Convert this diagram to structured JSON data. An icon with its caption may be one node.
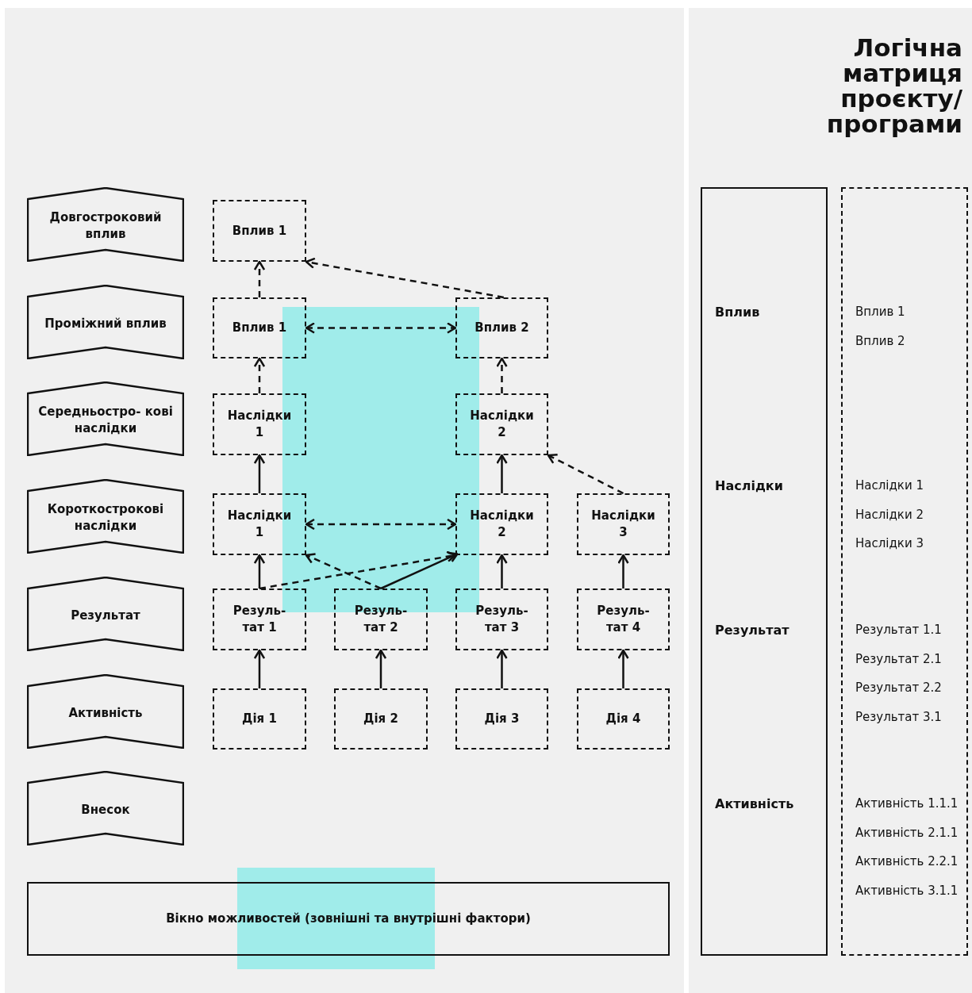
{
  "diagram": {
    "title": "Логічна матриця проєкту/ програми",
    "nodes": [
      {
        "text": [
          "Довгостроковий вплив"
        ]
      },
      {
        "text": [
          "Проміжний вплив"
        ]
      },
      {
        "text": [
          "Середньостро- кові наслідки"
        ]
      },
      {
        "text": [
          "Короткострокові наслідки"
        ]
      },
      {
        "text": [
          "Результат"
        ]
      },
      {
        "text": [
          "Активність"
        ]
      },
      {
        "text": [
          "Внесок"
        ]
      },
      {
        "text": [
          "Вплив 1"
        ]
      },
      {
        "text": [
          "Вплив 1"
        ]
      },
      {
        "text": [
          "Вплив 2"
        ]
      },
      {
        "text": [
          "Наслідки 1"
        ]
      },
      {
        "text": [
          "Наслідки 2"
        ]
      },
      {
        "text": [
          "Наслідки 1"
        ]
      },
      {
        "text": [
          "Наслідки 2"
        ]
      },
      {
        "text": [
          "Наслідки 3"
        ]
      },
      {
        "text": [
          "Резуль- тат 1"
        ]
      },
      {
        "text": [
          "Резуль- тат 2"
        ]
      },
      {
        "text": [
          "Резуль- тат 3"
        ]
      },
      {
        "text": [
          "Резуль- тат 4"
        ]
      },
      {
        "text": [
          "Дія 1"
        ]
      },
      {
        "text": [
          "Дія 2"
        ]
      },
      {
        "text": [
          "Дія 3"
        ]
      },
      {
        "text": [
          "Дія 4"
        ]
      },
      {
        "text": [
          "Вікно можливостей (зовнішні та внутрішні фактори)"
        ]
      },
      {
        "text": [
          "Вплив",
          "Наслідки",
          "Результат",
          "Активність"
        ]
      },
      {
        "text": [
          "Вплив 1",
          "Вплив 2",
          "Наслідки 1",
          "Наслідки 2",
          "Наслідки 3",
          "Результат 1.1",
          "Результат 2.1",
          "Результат 2.2",
          "Результат 3.1",
          "Активність 1.1.1",
          "Активність 2.1.1",
          "Активність 2.2.1",
          "Активність 3.1.1"
        ]
      }
    ],
    "edges": [
      {
        "from": 8,
        "to": 7,
        "arrow": "to",
        "style": "dashed"
      },
      {
        "from": 9,
        "to": 7,
        "arrow": "to",
        "style": "dashed"
      },
      {
        "from": 8,
        "to": 9,
        "arrow": "both",
        "style": "dashed"
      },
      {
        "from": 10,
        "to": 8,
        "arrow": "to",
        "style": "dashed"
      },
      {
        "from": 11,
        "to": 9,
        "arrow": "to",
        "style": "dashed"
      },
      {
        "from": 12,
        "to": 10,
        "arrow": "to"
      },
      {
        "from": 13,
        "to": 11,
        "arrow": "to"
      },
      {
        "from": 14,
        "to": 11,
        "arrow": "to",
        "style": "dashed"
      },
      {
        "from": 12,
        "to": 13,
        "arrow": "both",
        "style": "dashed"
      },
      {
        "from": 15,
        "to": 13,
        "arrow": "to",
        "style": "dashed"
      },
      {
        "from": 16,
        "to": 12,
        "arrow": "to",
        "style": "dashed"
      },
      {
        "from": 16,
        "to": 13,
        "arrow": "to"
      },
      {
        "from": 15,
        "to": 12,
        "arrow": "to"
      },
      {
        "from": 17,
        "to": 13,
        "arrow": "to"
      },
      {
        "from": 18,
        "to": 14,
        "arrow": "to"
      },
      {
        "from": 19,
        "to": 15,
        "arrow": "to"
      },
      {
        "from": 20,
        "to": 16,
        "arrow": "to"
      },
      {
        "from": 21,
        "to": 17,
        "arrow": "to"
      },
      {
        "from": 22,
        "to": 18,
        "arrow": "to"
      }
    ]
  }
}
